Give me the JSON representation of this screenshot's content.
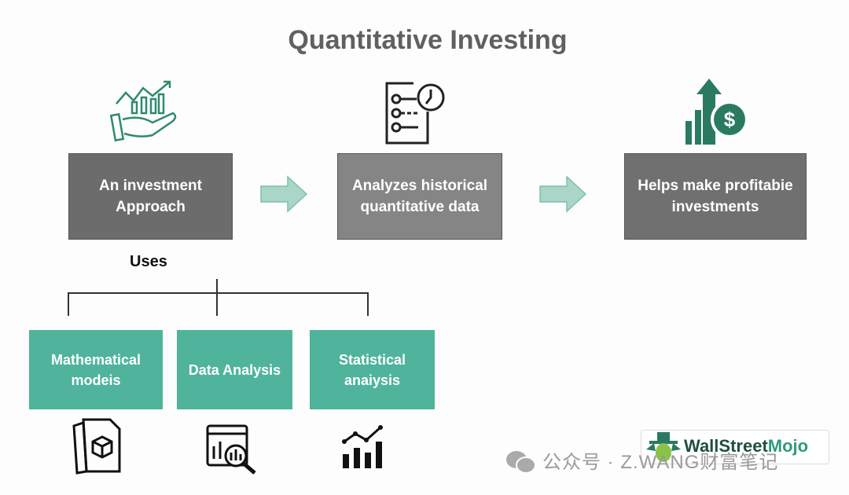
{
  "title": "Quantitative Investing",
  "flow": [
    {
      "label1": "An investment",
      "label2": "Approach",
      "icon": "hand-growth-chart-icon"
    },
    {
      "label1": "Analyzes historical",
      "label2": "quantitative data",
      "icon": "checklist-clock-icon"
    },
    {
      "label1": "Helps make profitabie",
      "label2": "investments",
      "icon": "profit-dollar-arrow-icon"
    }
  ],
  "uses_label": "Uses",
  "uses": [
    {
      "label1": "Mathematical",
      "label2": "modeis",
      "icon": "document-cube-icon"
    },
    {
      "label1": "Data Analysis",
      "label2": "",
      "icon": "analytics-magnifier-icon"
    },
    {
      "label1": "Statistical",
      "label2": "anaiysis",
      "icon": "bar-line-chart-icon"
    }
  ],
  "watermark": "公众号 · Z.WANG财富笔记",
  "logo": {
    "part1": "WallStreet",
    "part2": "Mojo"
  },
  "colors": {
    "teal": "#4fb49b",
    "dark_green": "#2a7a62",
    "gray_dark": "#6c6c6c",
    "gray_mid": "#858585",
    "arrow": "#a9d6c9"
  }
}
